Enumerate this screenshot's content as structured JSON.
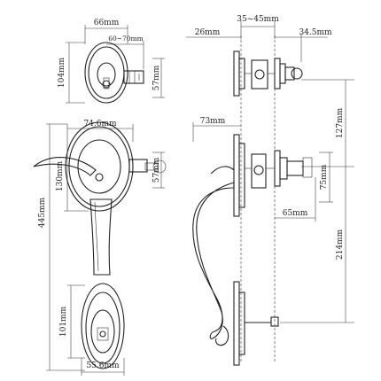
{
  "dimensions": {
    "front_deadbolt_width": "66mm",
    "front_backset": "60~70mm",
    "front_deadbolt_height": "104mm",
    "front_bore_deadbolt": "57mm",
    "front_handle_width": "74.6mm",
    "front_handle_upper_height": "130mm",
    "front_bore_handle": "57mm",
    "front_total_height": "445mm",
    "front_lower_height": "101mm",
    "front_lower_width": "55.6mm",
    "side_door_thickness": "35~45mm",
    "side_rose_projection": "26mm",
    "side_thumbturn_depth": "34.5mm",
    "side_handle_projection": "73mm",
    "side_upper_spacing": "127mm",
    "side_latch_height": "75mm",
    "side_inside_depth": "65mm",
    "side_lower_spacing": "214mm"
  }
}
